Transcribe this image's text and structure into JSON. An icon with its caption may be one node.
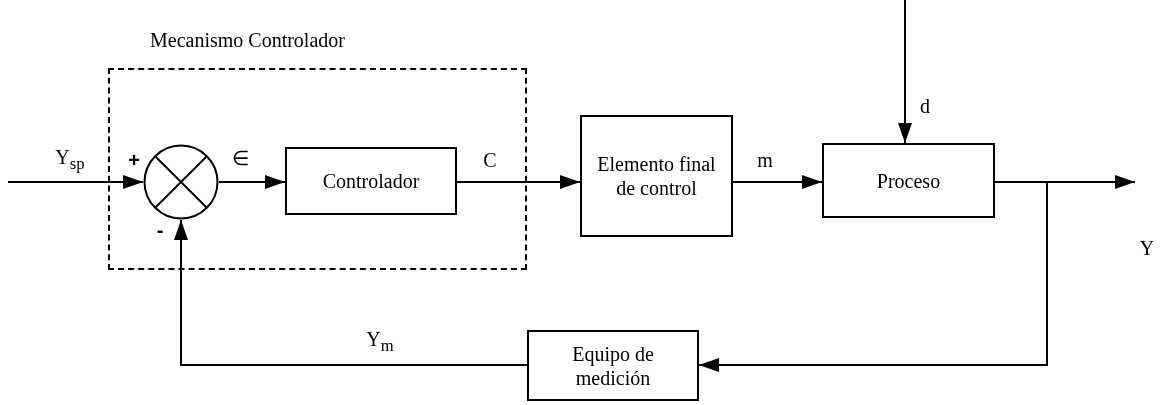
{
  "diagram": {
    "nodes": [
      {
        "text": [
          "Mecanismo Controlador"
        ]
      },
      {
        "text": [],
        "shape": "circle",
        "in": 0
      },
      {
        "text": [
          "Controlador"
        ],
        "in": 0
      },
      {
        "text": [
          "Elemento final de control"
        ]
      },
      {
        "text": [
          "Proceso"
        ]
      },
      {
        "text": [
          "Equipo de medición"
        ]
      }
    ],
    "edges": [
      {
        "from": null,
        "to": 1,
        "arrow": "to",
        "label": "Y$_{sp}$"
      },
      {
        "from": 1,
        "to": 2,
        "arrow": "to",
        "label": "∈"
      },
      {
        "from": 2,
        "to": 3,
        "arrow": "to",
        "label": "C"
      },
      {
        "from": 3,
        "to": 4,
        "arrow": "to",
        "label": "m"
      },
      {
        "from": null,
        "to": 4,
        "arrow": "to",
        "label": "d"
      },
      {
        "from": 4,
        "to": null,
        "arrow": "to",
        "label": "Y"
      },
      {
        "from": 4,
        "to": 5,
        "arrow": "to"
      },
      {
        "from": 5,
        "to": 1,
        "arrow": "to",
        "label": "Y$_{m}$"
      }
    ],
    "labels": [
      "+",
      "-"
    ]
  }
}
